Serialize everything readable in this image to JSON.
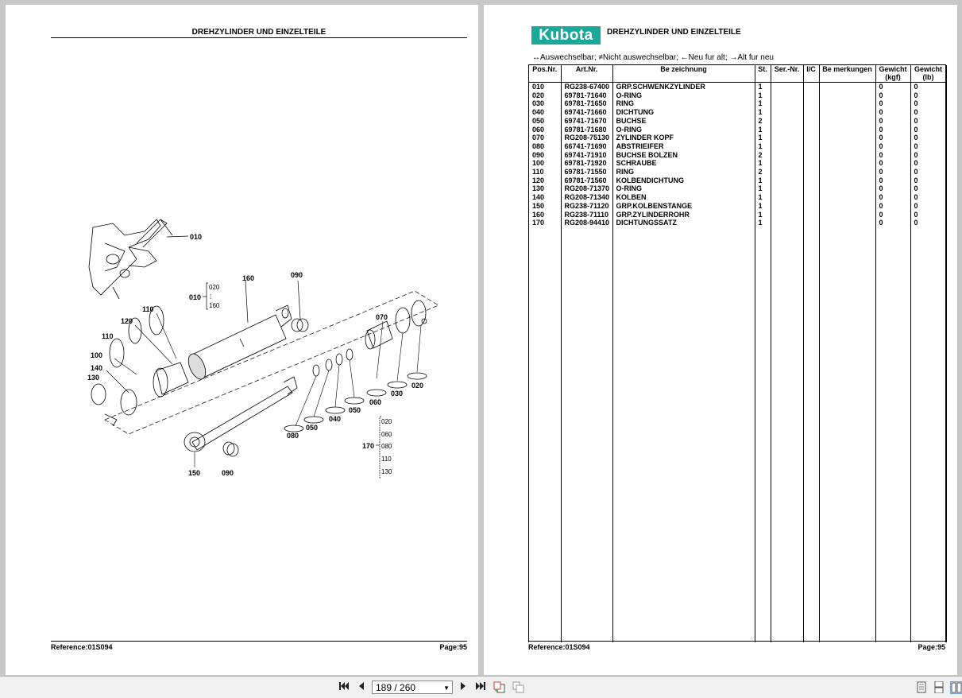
{
  "left_page": {
    "title": "DREHZYLINDER UND EINZELTEILE",
    "footer_ref": "Reference:01S094",
    "footer_page": "Page:95",
    "callouts": {
      "c010": "010",
      "c160": "160",
      "c090a": "090",
      "c110a": "110",
      "c120": "120",
      "c110b": "110",
      "c100": "100",
      "c140": "140",
      "c130": "130",
      "c070": "070",
      "c020": "020",
      "c030": "030",
      "c060": "060",
      "c050a": "050",
      "c040": "040",
      "c050b": "050",
      "c080": "080",
      "c150": "150",
      "c090b": "090",
      "g010": "010",
      "g170": "170",
      "r1": "020",
      "r2": "160",
      "s1": "020",
      "s2": "060",
      "s3": "080",
      "s4": "110",
      "s5": "130"
    }
  },
  "right_page": {
    "logo_text": "Kubota",
    "title": "DREHZYLINDER UND EINZELTEILE",
    "legend": "↔Auswechselbar;  ≠Nicht auswechselbar;  ←Neu fur alt;   →Alt fur neu",
    "columns": {
      "pos": "Pos.Nr.",
      "art": "Art.Nr.",
      "desc": "Be zeichnung",
      "st": "St.",
      "ser": "Ser.-Nr.",
      "ic": "I/C",
      "rem": "Be merkungen",
      "kgf_a": "Gewicht",
      "kgf_b": "(kgf)",
      "lb_a": "Gewicht",
      "lb_b": "(lb)"
    },
    "rows": [
      {
        "pos": "010",
        "art": "RG238-67400",
        "desc": "GRP.SCHWENKZYLINDER",
        "st": "1",
        "kgf": "0",
        "lb": "0"
      },
      {
        "pos": "020",
        "art": "69781-71640",
        "desc": "O-RING",
        "st": "1",
        "kgf": "0",
        "lb": "0"
      },
      {
        "pos": "030",
        "art": "69781-71650",
        "desc": "RING",
        "st": "1",
        "kgf": "0",
        "lb": "0"
      },
      {
        "pos": "040",
        "art": "69741-71660",
        "desc": "DICHTUNG",
        "st": "1",
        "kgf": "0",
        "lb": "0"
      },
      {
        "pos": "050",
        "art": "69741-71670",
        "desc": "BUCHSE",
        "st": "2",
        "kgf": "0",
        "lb": "0"
      },
      {
        "pos": "060",
        "art": "69781-71680",
        "desc": "O-RING",
        "st": "1",
        "kgf": "0",
        "lb": "0"
      },
      {
        "pos": "070",
        "art": "RG208-75130",
        "desc": "ZYLINDER KOPF",
        "st": "1",
        "kgf": "0",
        "lb": "0"
      },
      {
        "pos": "080",
        "art": "66741-71690",
        "desc": "ABSTRIEIFER",
        "st": "1",
        "kgf": "0",
        "lb": "0"
      },
      {
        "pos": "090",
        "art": "69741-71910",
        "desc": "BUCHSE BOLZEN",
        "st": "2",
        "kgf": "0",
        "lb": "0"
      },
      {
        "pos": "100",
        "art": "69781-71920",
        "desc": "SCHRAUBE",
        "st": "1",
        "kgf": "0",
        "lb": "0"
      },
      {
        "pos": "110",
        "art": "69781-71550",
        "desc": "RING",
        "st": "2",
        "kgf": "0",
        "lb": "0"
      },
      {
        "pos": "120",
        "art": "69781-71560",
        "desc": "KOLBENDICHTUNG",
        "st": "1",
        "kgf": "0",
        "lb": "0"
      },
      {
        "pos": "130",
        "art": "RG208-71370",
        "desc": "O-RING",
        "st": "1",
        "kgf": "0",
        "lb": "0"
      },
      {
        "pos": "140",
        "art": "RG208-71340",
        "desc": "KOLBEN",
        "st": "1",
        "kgf": "0",
        "lb": "0"
      },
      {
        "pos": "150",
        "art": "RG238-71120",
        "desc": "GRP.KOLBENSTANGE",
        "st": "1",
        "kgf": "0",
        "lb": "0"
      },
      {
        "pos": "160",
        "art": "RG238-71110",
        "desc": "GRP.ZYLINDERROHR",
        "st": "1",
        "kgf": "0",
        "lb": "0"
      },
      {
        "pos": "170",
        "art": "RG208-94410",
        "desc": "DICHTUNGSSATZ",
        "st": "1",
        "kgf": "0",
        "lb": "0"
      }
    ],
    "footer_ref": "Reference:01S094",
    "footer_page": "Page:95"
  },
  "toolbar": {
    "page_indicator": "189 / 260",
    "first_icon": "first-page-icon",
    "prev_icon": "previous-page-icon",
    "next_icon": "next-page-icon",
    "last_icon": "last-page-icon",
    "dropdown_icon": "chevron-down-icon",
    "view_icons": [
      "single-page-view-icon",
      "continuous-view-icon",
      "facing-pages-view-icon"
    ]
  },
  "colors": {
    "logo": "#1aa89b",
    "viewer_bg": "#c8c8c8"
  }
}
